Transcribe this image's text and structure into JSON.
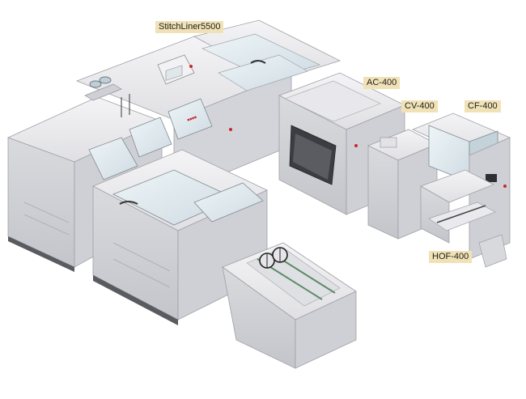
{
  "labels": {
    "stitchliner": "StitchLiner5500",
    "ac": "AC-400",
    "cv": "CV-400",
    "cf": "CF-400",
    "hof": "HOF-400"
  },
  "colors": {
    "label_bg": "#f0e2b6",
    "machine_body": "#e4e4e8",
    "machine_shadow": "#b9bac0",
    "panel_glass": "#dfeaf0",
    "belt_green": "#5d8a68",
    "accent_red": "#c8282a"
  }
}
